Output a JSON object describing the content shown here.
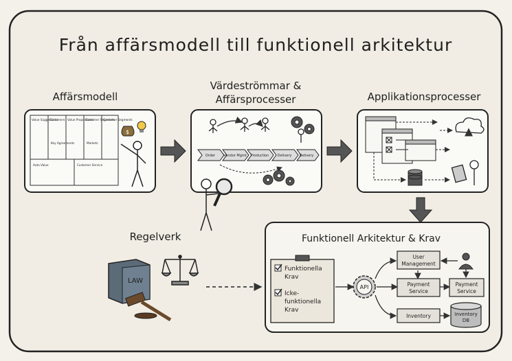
{
  "title": "Från affärsmodell till funktionell arkitektur",
  "sections": {
    "business_model": {
      "heading": "Affärsmodell",
      "canvas": {
        "top_row": [
          "Value Suggestions",
          "Customers",
          "Value Propositions",
          "Customer Segments",
          "Customer Segments"
        ],
        "middle": [
          "Key Agreements",
          "Markets"
        ],
        "bottom": [
          "Auto Value",
          "Customer Service"
        ]
      }
    },
    "value_streams": {
      "heading_line1": "Värdeströmmar &",
      "heading_line2": "Affärsprocesser",
      "steps": [
        "Order",
        "Vendor Mgmt",
        "Production",
        "Delivery",
        "Delivery"
      ]
    },
    "app_processes": {
      "heading": "Applikationsprocesser"
    },
    "regulations": {
      "heading": "Regelverk",
      "book_label": "LAW"
    },
    "functional_arch": {
      "heading": "Funktionell Arkitektur & Krav",
      "checklist": [
        {
          "line1": "Funktionella",
          "line2": "Krav",
          "line3": ""
        },
        {
          "line1": "Icke-",
          "line2": "funktionella",
          "line3": "Krav"
        }
      ],
      "api_label": "API",
      "services": {
        "user_line1": "User",
        "user_line2": "Management",
        "payment_line1": "Payment",
        "payment_line2": "Service",
        "payment2_line1": "Payment",
        "payment2_line2": "Service",
        "inventory": "Inventory",
        "db_line1": "Inventory",
        "db_line2": "DB"
      }
    }
  },
  "colors": {
    "paper": "#f4f1ea",
    "ink": "#1e1e1e",
    "arrow": "#555555",
    "sticky": "#ece7dc"
  }
}
